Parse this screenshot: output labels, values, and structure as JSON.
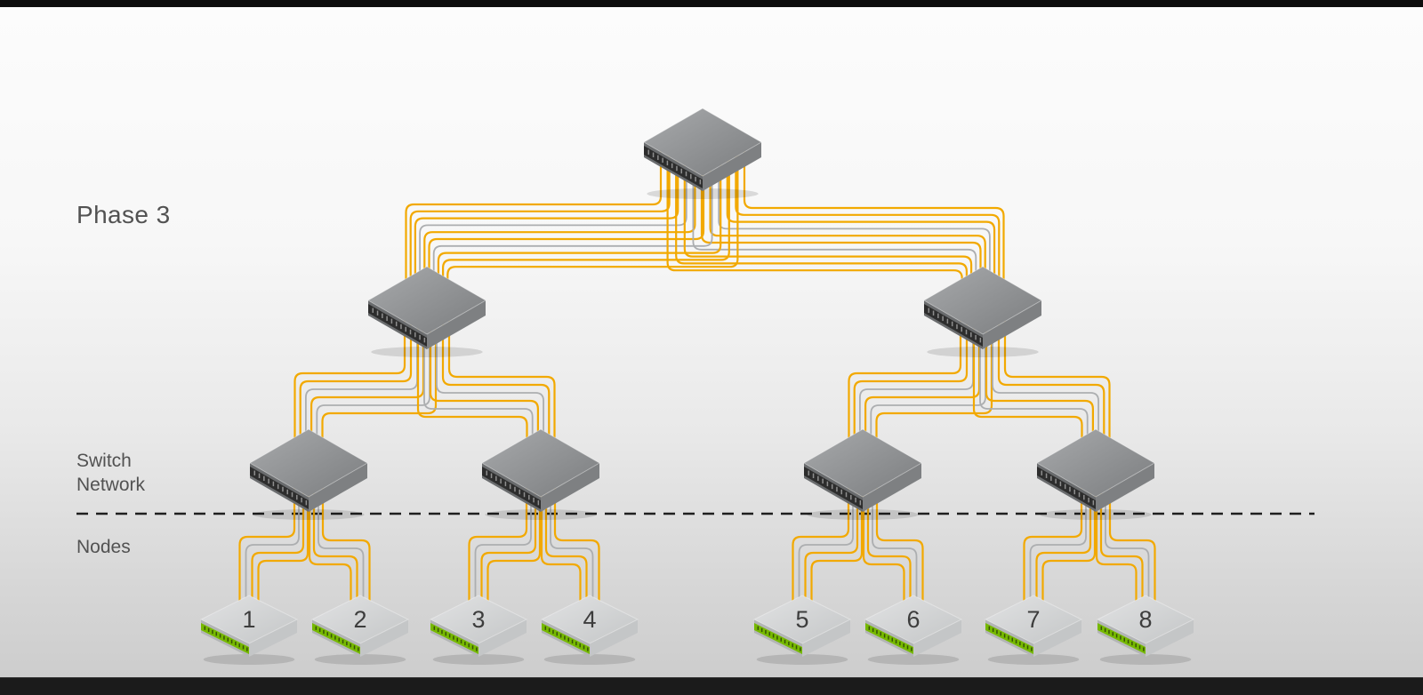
{
  "diagram": {
    "phase_label": "Phase 3",
    "switch_network_label": {
      "line1": "Switch",
      "line2": "Network"
    },
    "nodes_label": "Nodes",
    "node_numbers": [
      "1",
      "2",
      "3",
      "4",
      "5",
      "6",
      "7",
      "8"
    ],
    "topology": {
      "core_switch_count": 1,
      "aggregation_switch_count": 2,
      "edge_switch_count": 4,
      "node_count": 8,
      "structure": "fat-tree: 1 core switch to 2 aggregation switches to 4 edge switches to 8 nodes"
    },
    "colors": {
      "cable_orange": "#F2A900",
      "cable_gray": "#ACAEB0",
      "switch_top_light": "#A8AAAC",
      "switch_top_dark": "#7B7D7F",
      "switch_left_face": "#6A6C6E",
      "switch_right_face": "#7E8082",
      "switch_port_strip": "#2D2D2D",
      "switch_port_tick": "#8E8E8E",
      "node_top_light": "#E1E2E3",
      "node_top_dark": "#C4C6C7",
      "node_left_face": "#B3B5B6",
      "node_right_face": "#C4C6C7",
      "node_led_strip": "#76B900",
      "node_led_tick": "#375208",
      "node_number_color": "#3D3D3D",
      "label_color": "#525252",
      "dashed_line_color": "#1F1F1F"
    }
  }
}
